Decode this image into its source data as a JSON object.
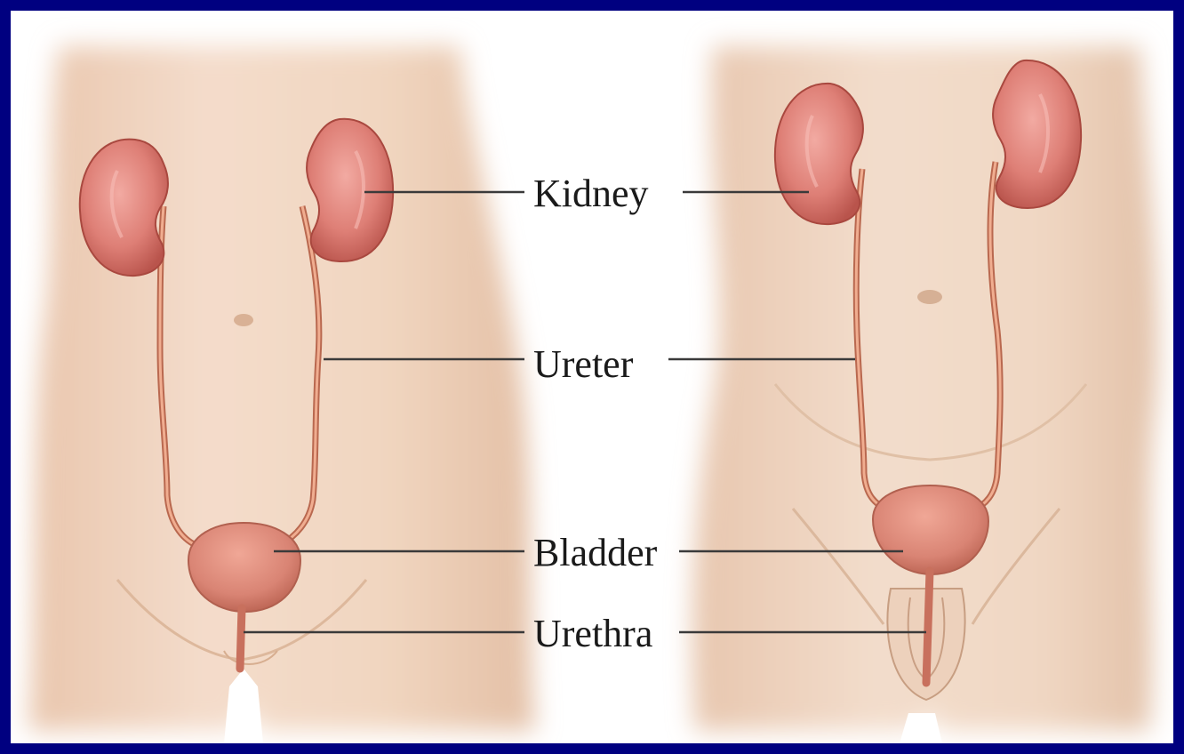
{
  "labels": {
    "kidney": "Kidney",
    "ureter": "Ureter",
    "bladder": "Bladder",
    "urethra": "Urethra"
  },
  "colors": {
    "border": "#000080",
    "background": "#ffffff",
    "skin": "#f1d6c0",
    "skin_shadow": "#e2bea3",
    "kidney": "#d9786f",
    "kidney_light": "#ee9f97",
    "ureter": "#d98d6e",
    "bladder": "#d98474",
    "leader_line": "#3a3a3a",
    "label_text": "#1a1a1a"
  }
}
